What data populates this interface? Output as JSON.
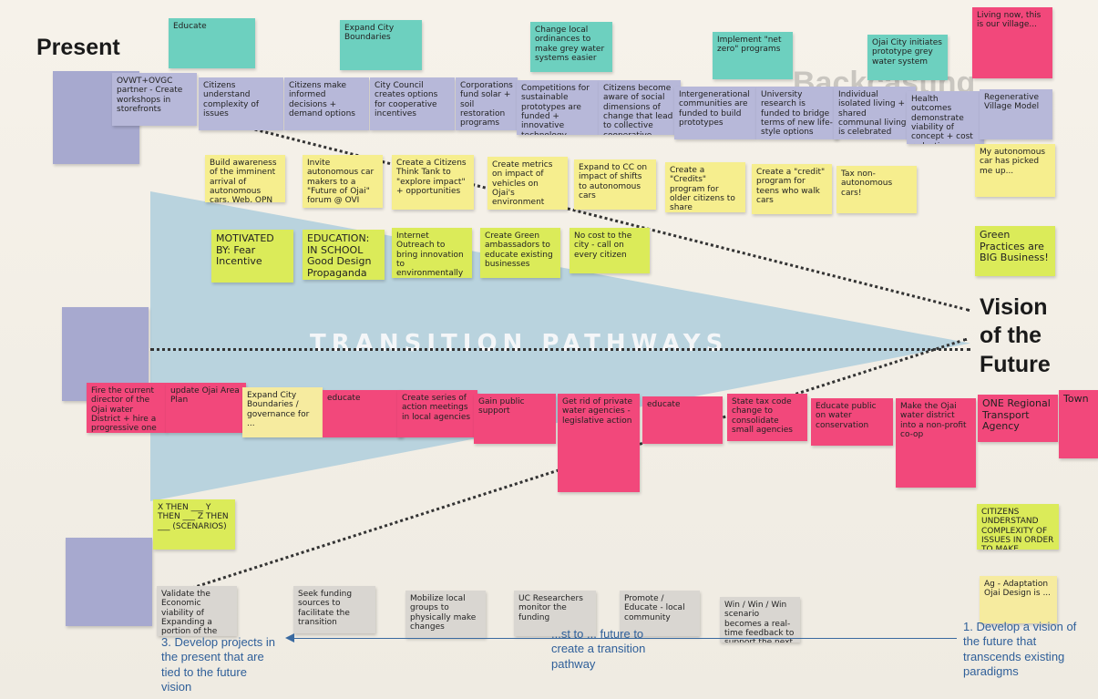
{
  "headings": {
    "present": "Present",
    "backcasting": "Backcasting",
    "vision": "Vision of the Future",
    "transition": "TRANSITION PATHWAYS"
  },
  "teal_notes": [
    "Educate",
    "Expand City Boundaries",
    "Change local ordinances to make grey water systems easier",
    "Implement \"net zero\" programs",
    "Ojai City initiates prototype grey water system"
  ],
  "top_row": [
    "OVWT+OVGC partner - Create workshops in storefronts",
    "Citizens understand complexity of issues",
    "Citizens make informed decisions + demand options",
    "City Council creates options for cooperative incentives",
    "Corporations fund solar + soil restoration programs",
    "Competitions for sustainable prototypes are funded + innovative technology blooms",
    "Citizens become aware of social dimensions of change that lead to collective cooperative technology",
    "Intergenerational communities are funded to build prototypes",
    "University research is funded to bridge terms of new life-style options",
    "Individual isolated living + shared communal living is celebrated",
    "Health outcomes demonstrate viability of concept + cost reductions",
    "Regenerative Village Model",
    "Living now, this is our village..."
  ],
  "yellow_row": [
    "Build awareness of the imminent arrival of autonomous cars. Web, OPN conversation",
    "Invite autonomous car makers to a \"Future of Ojai\" forum @ OVI",
    "Create a Citizens Think Tank to \"explore impact\" + opportunities",
    "Create metrics on impact of vehicles on Ojai's environment",
    "Expand to CC on impact of shifts to autonomous cars",
    "Create a \"Credits\" program for older citizens to share",
    "Create a \"credit\" program for teens who walk cars",
    "Tax non-autonomous cars!",
    "My autonomous car has picked me up..."
  ],
  "lime_row": [
    "MOTIVATED BY: Fear Incentive",
    "EDUCATION: IN SCHOOL Good Design Propaganda LABELS",
    "Internet Outreach to bring innovation to environmentally sustainable business",
    "Create Green ambassadors to educate existing businesses",
    "No cost to the city - call on every citizen",
    "Green Practices are BIG Business!"
  ],
  "pink_row": [
    "Fire the current director of the Ojai water District + hire a progressive one",
    "update Ojai Area Plan",
    "Expand City Boundaries / governance for ...",
    "educate",
    "Create series of action meetings in local agencies",
    "Gain public support",
    "Get rid of private water agencies - legislative action",
    "educate",
    "State tax code change to consolidate small agencies",
    "Educate public on water conservation",
    "Make the Ojai water district into a non-profit co-op",
    "ONE Regional Transport Agency",
    "Town"
  ],
  "scenario_note": "X THEN ___ Y THEN ___ Z THEN ___ (SCENARIOS)",
  "right_lower_note": "CITIZENS UNDERSTAND COMPLEXITY OF ISSUES IN ORDER TO MAKE INFORMED DECISIONS",
  "bottom_row": [
    "Validate the Economic viability of Expanding a portion of the Ojai Valley",
    "Seek funding sources to facilitate the transition",
    "Mobilize local groups to physically make changes",
    "UC Researchers monitor the funding",
    "Promote / Educate - local community",
    "Win / Win / Win scenario becomes a real-time feedback to support the next goal",
    "Ag - Adaptation Ojai Design is ..."
  ],
  "bottom_labels": {
    "step3": "3. Develop projects in the present that are tied to the future vision",
    "step2": "...st to ... future to create a transition pathway",
    "step1": "1. Develop a vision of the future that transcends existing paradigms"
  },
  "colors": {
    "teal": "#6dd0bf",
    "lavender": "#b7b8d9",
    "yellow": "#f6ee8e",
    "lime": "#dbeb59",
    "pink": "#f2487b",
    "triangle": "#b9d3de",
    "blue_text": "#2f5f99"
  }
}
